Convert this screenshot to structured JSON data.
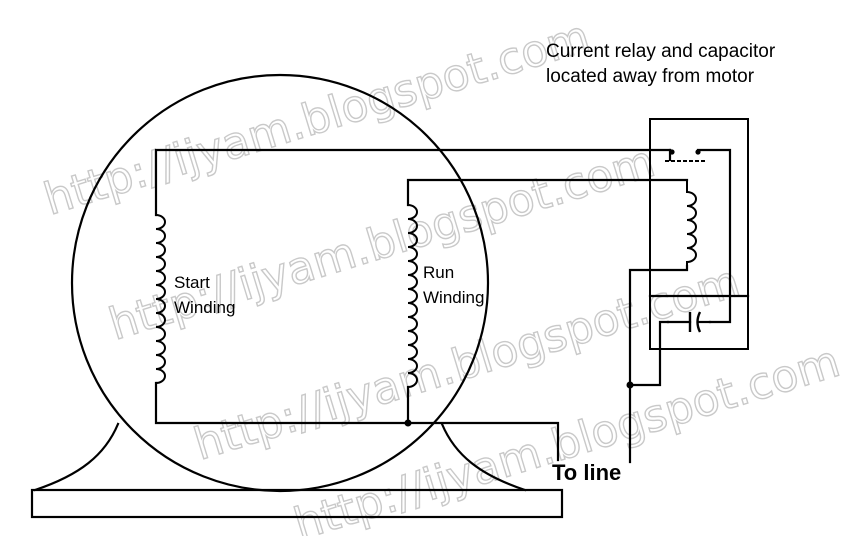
{
  "watermark": "http://ijyam.blogspot.com",
  "labels": {
    "start_winding_line1": "Start",
    "start_winding_line2": "Winding",
    "run_winding_line1": "Run",
    "run_winding_line2": "Winding",
    "relay_note_line1": "Current relay and capacitor",
    "relay_note_line2": "located away from motor",
    "to_line": "To line"
  }
}
